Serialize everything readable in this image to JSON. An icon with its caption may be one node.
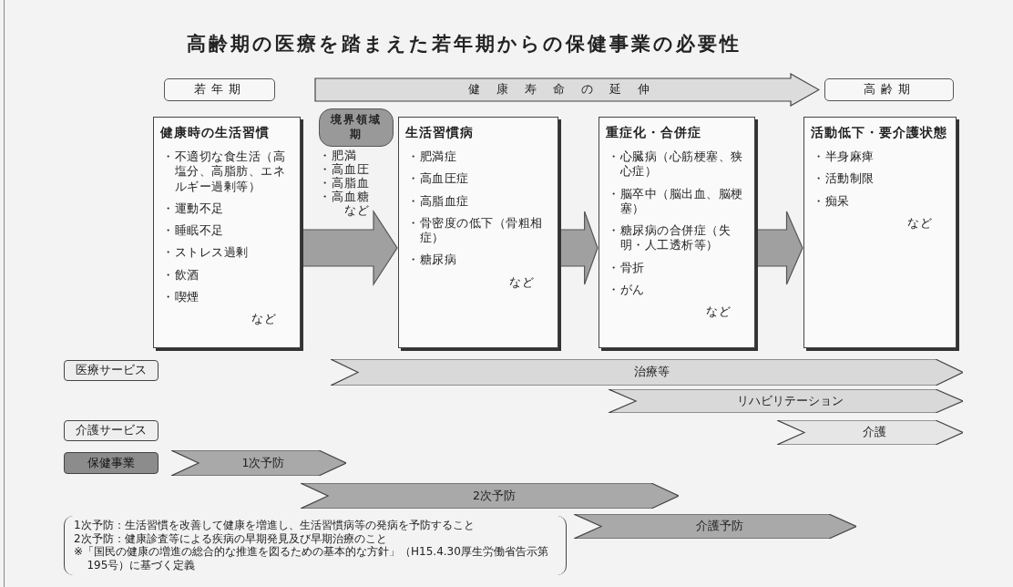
{
  "diagram": {
    "title": "高齢期の医療を踏まえた若年期からの保健事業の必要性",
    "nodes": [
      {
        "text": [
          "若年期"
        ]
      },
      {
        "text": [
          "健康寿命の延伸"
        ]
      },
      {
        "text": [
          "高齢期"
        ]
      },
      {
        "text": [
          "健康時の生活習慣",
          "・不適切な食生活（高塩分、高脂肪、エネルギー過剰等）",
          "・運動不足",
          "・睡眠不足",
          "・ストレス過剰",
          "・飲酒",
          "・喫煙",
          "など"
        ]
      },
      {
        "text": [
          "境界領域期"
        ],
        "beside": [
          "・肥満",
          "・高血圧",
          "・高脂血",
          "・高血糖",
          "など"
        ]
      },
      {
        "text": [
          "生活習慣病",
          "・肥満症",
          "・高血圧症",
          "・高脂血症",
          "・骨密度の低下（骨粗相症）",
          "・糖尿病",
          "など"
        ]
      },
      {
        "text": [
          "重症化・合併症",
          "・心臓病（心筋梗塞、狭心症）",
          "・脳卒中（脳出血、脳梗塞）",
          "・糖尿病の合併症（失明・人工透析等）",
          "・骨折",
          "・がん",
          "など"
        ]
      },
      {
        "text": [
          "活動低下・要介護状態",
          "・半身麻痺",
          "・活動制限",
          "・痴呆",
          "など"
        ]
      },
      {
        "text": [
          "医療サービス"
        ]
      },
      {
        "text": [
          "治療等"
        ]
      },
      {
        "text": [
          "リハビリテーション"
        ]
      },
      {
        "text": [
          "介護サービス"
        ]
      },
      {
        "text": [
          "介護"
        ]
      },
      {
        "text": [
          "保健事業"
        ]
      },
      {
        "text": [
          "1次予防"
        ]
      },
      {
        "text": [
          "2次予防"
        ]
      },
      {
        "text": [
          "介護予防"
        ]
      }
    ],
    "edges": [
      {
        "from": 3,
        "to": 5,
        "arrow": "to"
      },
      {
        "from": 5,
        "to": 6,
        "arrow": "to"
      },
      {
        "from": 6,
        "to": 7,
        "arrow": "to"
      }
    ],
    "labels": [
      "1次予防：生活習慣を改善して健康を増進し、生活習慣病等の発病を予防すること",
      "2次予防：健康診査等による疾病の早期発見及び早期治療のこと",
      "※「国民の健康の増進の総合的な推進を図るための基本的な方針」（H15.4.30厚生労働省告示第195号）に基づく定義"
    ]
  }
}
